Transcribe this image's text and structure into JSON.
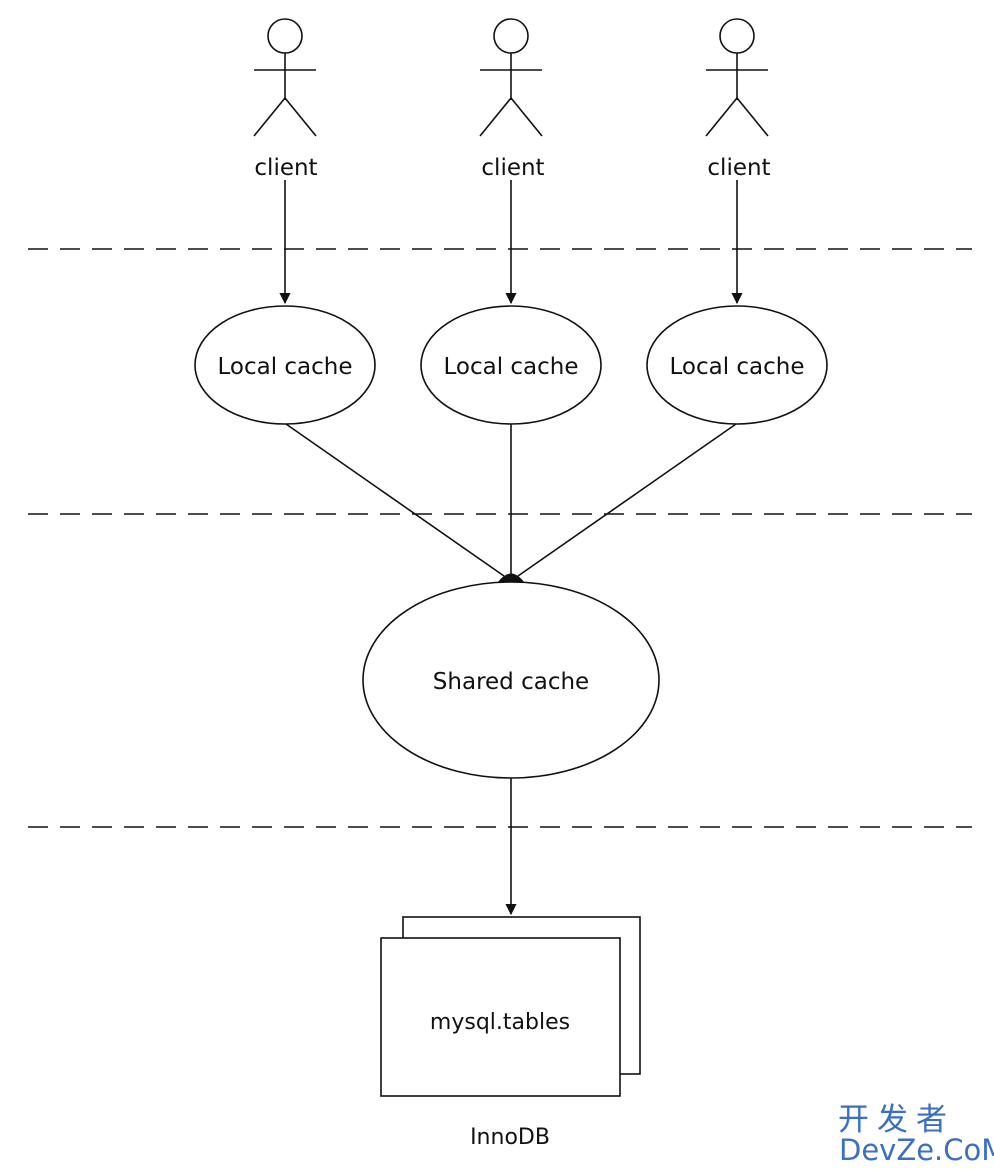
{
  "clients": [
    {
      "label": "client"
    },
    {
      "label": "client"
    },
    {
      "label": "client"
    }
  ],
  "local_caches": [
    {
      "label": "Local cache"
    },
    {
      "label": "Local cache"
    },
    {
      "label": "Local cache"
    }
  ],
  "shared_cache": {
    "label": "Shared cache"
  },
  "storage": {
    "table_label": "mysql.tables",
    "engine_label": "InnoDB"
  },
  "watermark": {
    "chinese": "开发者",
    "site": "DevZe.CoM"
  },
  "colors": {
    "line": "#111111",
    "watermark": "#3a6fc4"
  }
}
